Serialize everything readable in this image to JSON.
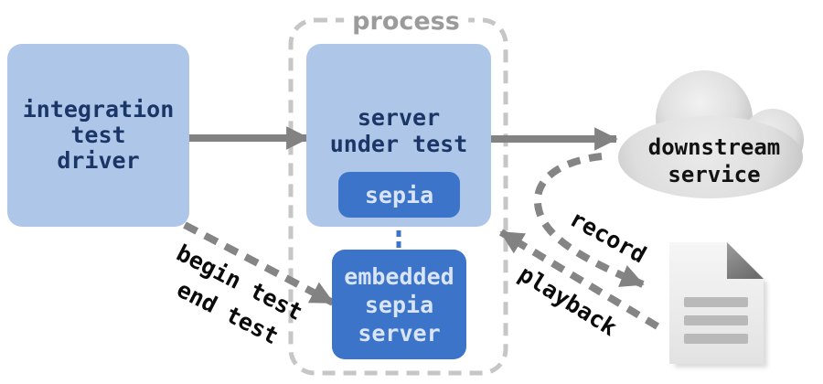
{
  "diagram": {
    "title_hint": "sepia integration test architecture",
    "nodes": {
      "driver": {
        "label": "integration\ntest\ndriver"
      },
      "process": {
        "label": "process"
      },
      "server": {
        "label": "server\nunder test"
      },
      "sepia": {
        "label": "sepia"
      },
      "embedded": {
        "label": "embedded\nsepia\nserver"
      },
      "downstream": {
        "label": "downstream\nservice"
      }
    },
    "edges": {
      "driver_to_server": {
        "type": "solid-arrow",
        "label": ""
      },
      "server_to_downstream": {
        "type": "solid-arrow",
        "label": ""
      },
      "driver_to_embedded": {
        "type": "dashed-arrow",
        "labels": [
          "begin test",
          "end test"
        ]
      },
      "cloud_to_document": {
        "type": "dashed-arrow",
        "label": "record"
      },
      "document_to_server": {
        "type": "dashed-arrow",
        "label": "playback"
      },
      "sepia_to_embedded": {
        "type": "dashed-connector",
        "label": ""
      }
    },
    "icons": {
      "cloud": "cloud-icon",
      "document": "document-icon"
    },
    "colors": {
      "node_light_blue": "#aec6e8",
      "node_blue": "#3b74c9",
      "node_text_navy": "#1a3666",
      "node_text_light": "#d9e5f6",
      "arrow_gray": "#828282",
      "process_border_gray": "#c6c6c6",
      "process_label_gray": "#9b9b9b",
      "edge_label_black": "#0b0b0b",
      "cloud_gray": "#d6d6d6",
      "document_gray": "#ededed"
    }
  }
}
